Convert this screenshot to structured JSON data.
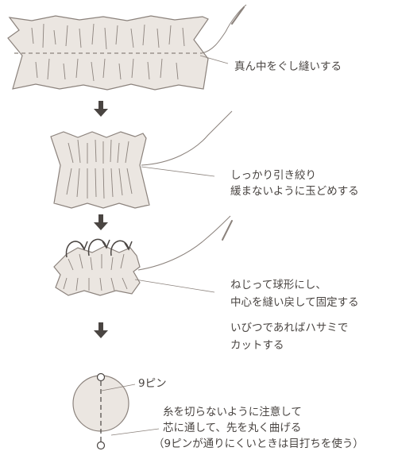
{
  "steps": [
    {
      "label": "真ん中をぐし縫いする"
    },
    {
      "label": "しっかり引き絞り",
      "label2": "緩まないように玉どめする"
    },
    {
      "label": "ねじって球形にし、",
      "label2": "中心を縫い戻して固定する",
      "note": "いびつであればハサミで",
      "note2": "カットする"
    },
    {
      "pin_label": "9ピン",
      "label": "糸を切らないように注意して",
      "label2": "芯に通して、先を丸く曲げる",
      "label3": "（9ピンが通りにくいときは目打ちを使う）"
    }
  ],
  "colors": {
    "fabric": "#ebe6e1",
    "stroke": "#8b827c",
    "arrow": "#4a4542",
    "text": "#4a4542"
  }
}
